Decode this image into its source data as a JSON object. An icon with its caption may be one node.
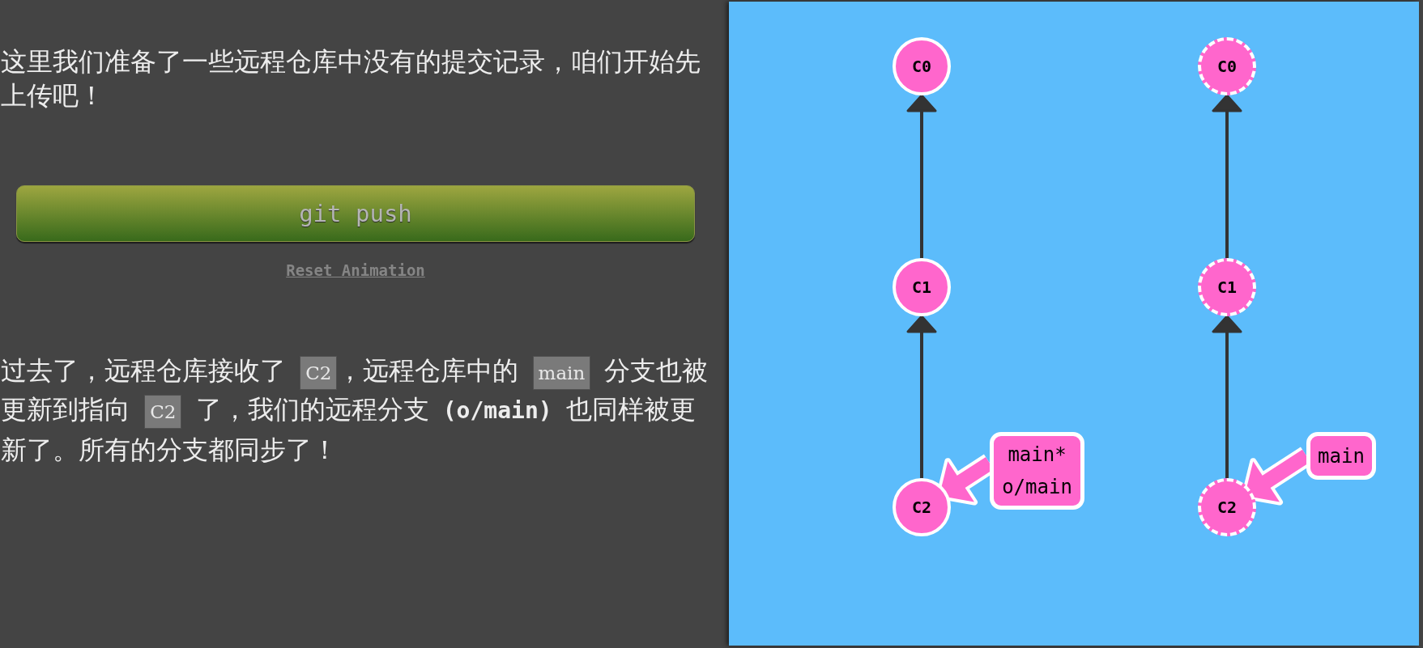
{
  "diagram": {
    "nodes": [
      {
        "text": [
          "git push"
        ]
      },
      {
        "text": [
          "C0"
        ]
      },
      {
        "text": [
          "C1"
        ]
      },
      {
        "text": [
          "C2"
        ]
      },
      {
        "text": [
          "main*",
          "o/main"
        ]
      },
      {
        "text": [
          "C0"
        ]
      },
      {
        "text": [
          "C1"
        ]
      },
      {
        "text": [
          "C2"
        ]
      },
      {
        "text": [
          "main"
        ]
      }
    ],
    "edges": [
      {
        "from": 2,
        "to": 1,
        "arrow": "to"
      },
      {
        "from": 3,
        "to": 2,
        "arrow": "to"
      },
      {
        "from": 4,
        "to": 3,
        "arrow": "to",
        "style": "thick",
        "color": "#ff66cc"
      },
      {
        "from": 6,
        "to": 5,
        "arrow": "to"
      },
      {
        "from": 7,
        "to": 6,
        "arrow": "to"
      },
      {
        "from": 8,
        "to": 7,
        "arrow": "to",
        "style": "thick",
        "color": "#ff66cc"
      }
    ],
    "labels": [
      "这里我们准备了一些远程仓库中没有的提交记录，咱们开始先上传吧！",
      "Reset Animation",
      "过去了，远程仓库接收了 C2，远程仓库中的 main 分支也被更新到指向 C2 了，我们的远程分支 **(o/main)** 也同样被更新了。所有的分支都同步了！"
    ]
  }
}
